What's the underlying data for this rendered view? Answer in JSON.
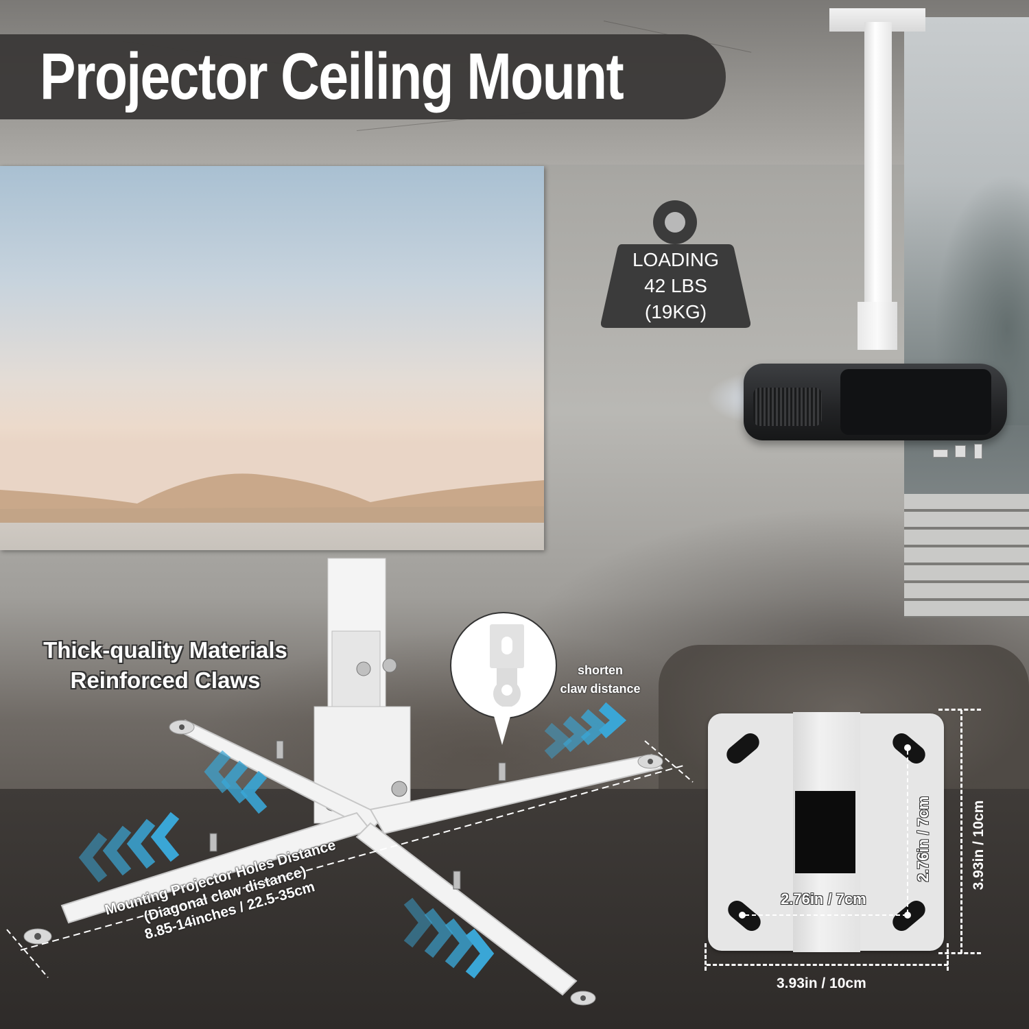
{
  "title": "Projector Ceiling Mount",
  "load_badge": {
    "line1": "LOADING",
    "line2": "42 LBS",
    "line3": "(19KG)",
    "icon": "weight-icon",
    "color": "#3b3b3b"
  },
  "features": {
    "materials_line1": "Thick-quality Materials",
    "materials_line2": "Reinforced Claws",
    "shorten_line1": "shorten",
    "shorten_line2": "claw distance",
    "holes_line1": "Mounting Projector Holes Distance",
    "holes_line2": "(Diagonal claw distance)",
    "holes_line3": "8.85-14inches / 22.5-35cm"
  },
  "plate_dimensions": {
    "hole_spacing_horizontal": "2.76in / 7cm",
    "hole_spacing_vertical": "2.76in / 7cm",
    "plate_width": "3.93in / 10cm",
    "plate_height": "3.93in / 10cm"
  },
  "colors": {
    "banner": "#3b3938",
    "arrow_blue": "#3aa6d6",
    "mount_white": "#f2f2f2",
    "projector_body": "#222325"
  }
}
